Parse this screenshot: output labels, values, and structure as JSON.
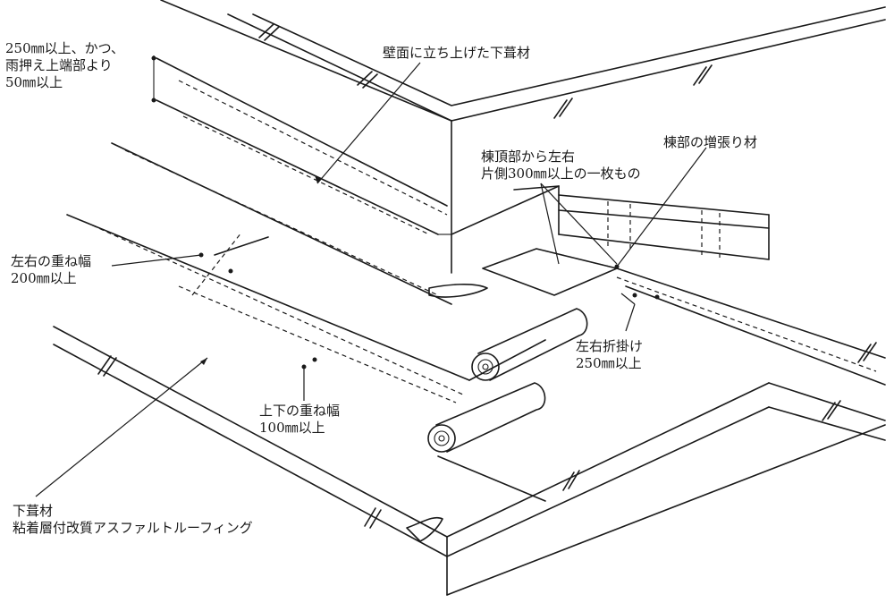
{
  "labels": {
    "wall_rise_condition_line1": "250㎜以上、かつ、",
    "wall_rise_condition_line2": "雨押え上端部より",
    "wall_rise_condition_line3": "50㎜以上",
    "wall_underlay": "壁面に立ち上げた下葺材",
    "ridge_one_piece_line1": "棟頂部から左右",
    "ridge_one_piece_line2": "片側300㎜以上の一枚もの",
    "ridge_extra": "棟部の増張り材",
    "side_overlap_line1": "左右の重ね幅",
    "side_overlap_line2": "200㎜以上",
    "fold_over_line1": "左右折掛け",
    "fold_over_line2": "250㎜以上",
    "vertical_overlap_line1": "上下の重ね幅",
    "vertical_overlap_line2": "100㎜以上",
    "underlay_line1": "下葺材",
    "underlay_line2": "粘着層付改質アスファルトルーフィング"
  }
}
